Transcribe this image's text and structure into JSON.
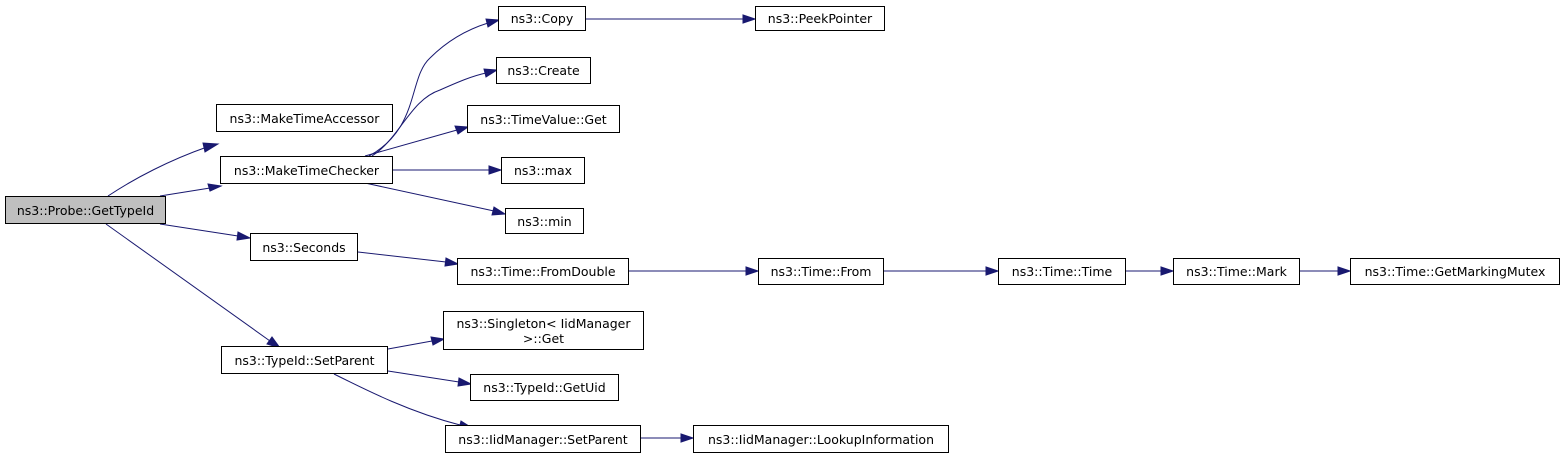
{
  "graph": {
    "edge_color": "#191970",
    "root_fill": "#bfbfbf",
    "nodes": {
      "probe_gettypeid": "ns3::Probe::GetTypeId",
      "make_time_accessor": "ns3::MakeTimeAccessor",
      "make_time_checker": "ns3::MakeTimeChecker",
      "seconds": "ns3::Seconds",
      "typeid_setparent": "ns3::TypeId::SetParent",
      "copy": "ns3::Copy",
      "peek_pointer": "ns3::PeekPointer",
      "create": "ns3::Create",
      "timevalue_get": "ns3::TimeValue::Get",
      "max": "ns3::max",
      "min": "ns3::min",
      "time_fromdouble": "ns3::Time::FromDouble",
      "time_from": "ns3::Time::From",
      "time_time": "ns3::Time::Time",
      "time_mark": "ns3::Time::Mark",
      "time_getmarkingmutex": "ns3::Time::GetMarkingMutex",
      "singleton_get_line1": "ns3::Singleton< IidManager",
      "singleton_get_line2": ">::Get",
      "typeid_getuid": "ns3::TypeId::GetUid",
      "iidmanager_setparent": "ns3::IidManager::SetParent",
      "iidmanager_lookupinformation": "ns3::IidManager::LookupInformation"
    },
    "edges": [
      [
        "probe_gettypeid",
        "make_time_accessor"
      ],
      [
        "probe_gettypeid",
        "make_time_checker"
      ],
      [
        "probe_gettypeid",
        "seconds"
      ],
      [
        "probe_gettypeid",
        "typeid_setparent"
      ],
      [
        "make_time_checker",
        "copy"
      ],
      [
        "make_time_checker",
        "create"
      ],
      [
        "make_time_checker",
        "timevalue_get"
      ],
      [
        "make_time_checker",
        "max"
      ],
      [
        "make_time_checker",
        "min"
      ],
      [
        "copy",
        "peek_pointer"
      ],
      [
        "seconds",
        "time_fromdouble"
      ],
      [
        "time_fromdouble",
        "time_from"
      ],
      [
        "time_from",
        "time_time"
      ],
      [
        "time_time",
        "time_mark"
      ],
      [
        "time_mark",
        "time_getmarkingmutex"
      ],
      [
        "typeid_setparent",
        "singleton_get"
      ],
      [
        "typeid_setparent",
        "typeid_getuid"
      ],
      [
        "typeid_setparent",
        "iidmanager_setparent"
      ],
      [
        "iidmanager_setparent",
        "iidmanager_lookupinformation"
      ]
    ]
  }
}
